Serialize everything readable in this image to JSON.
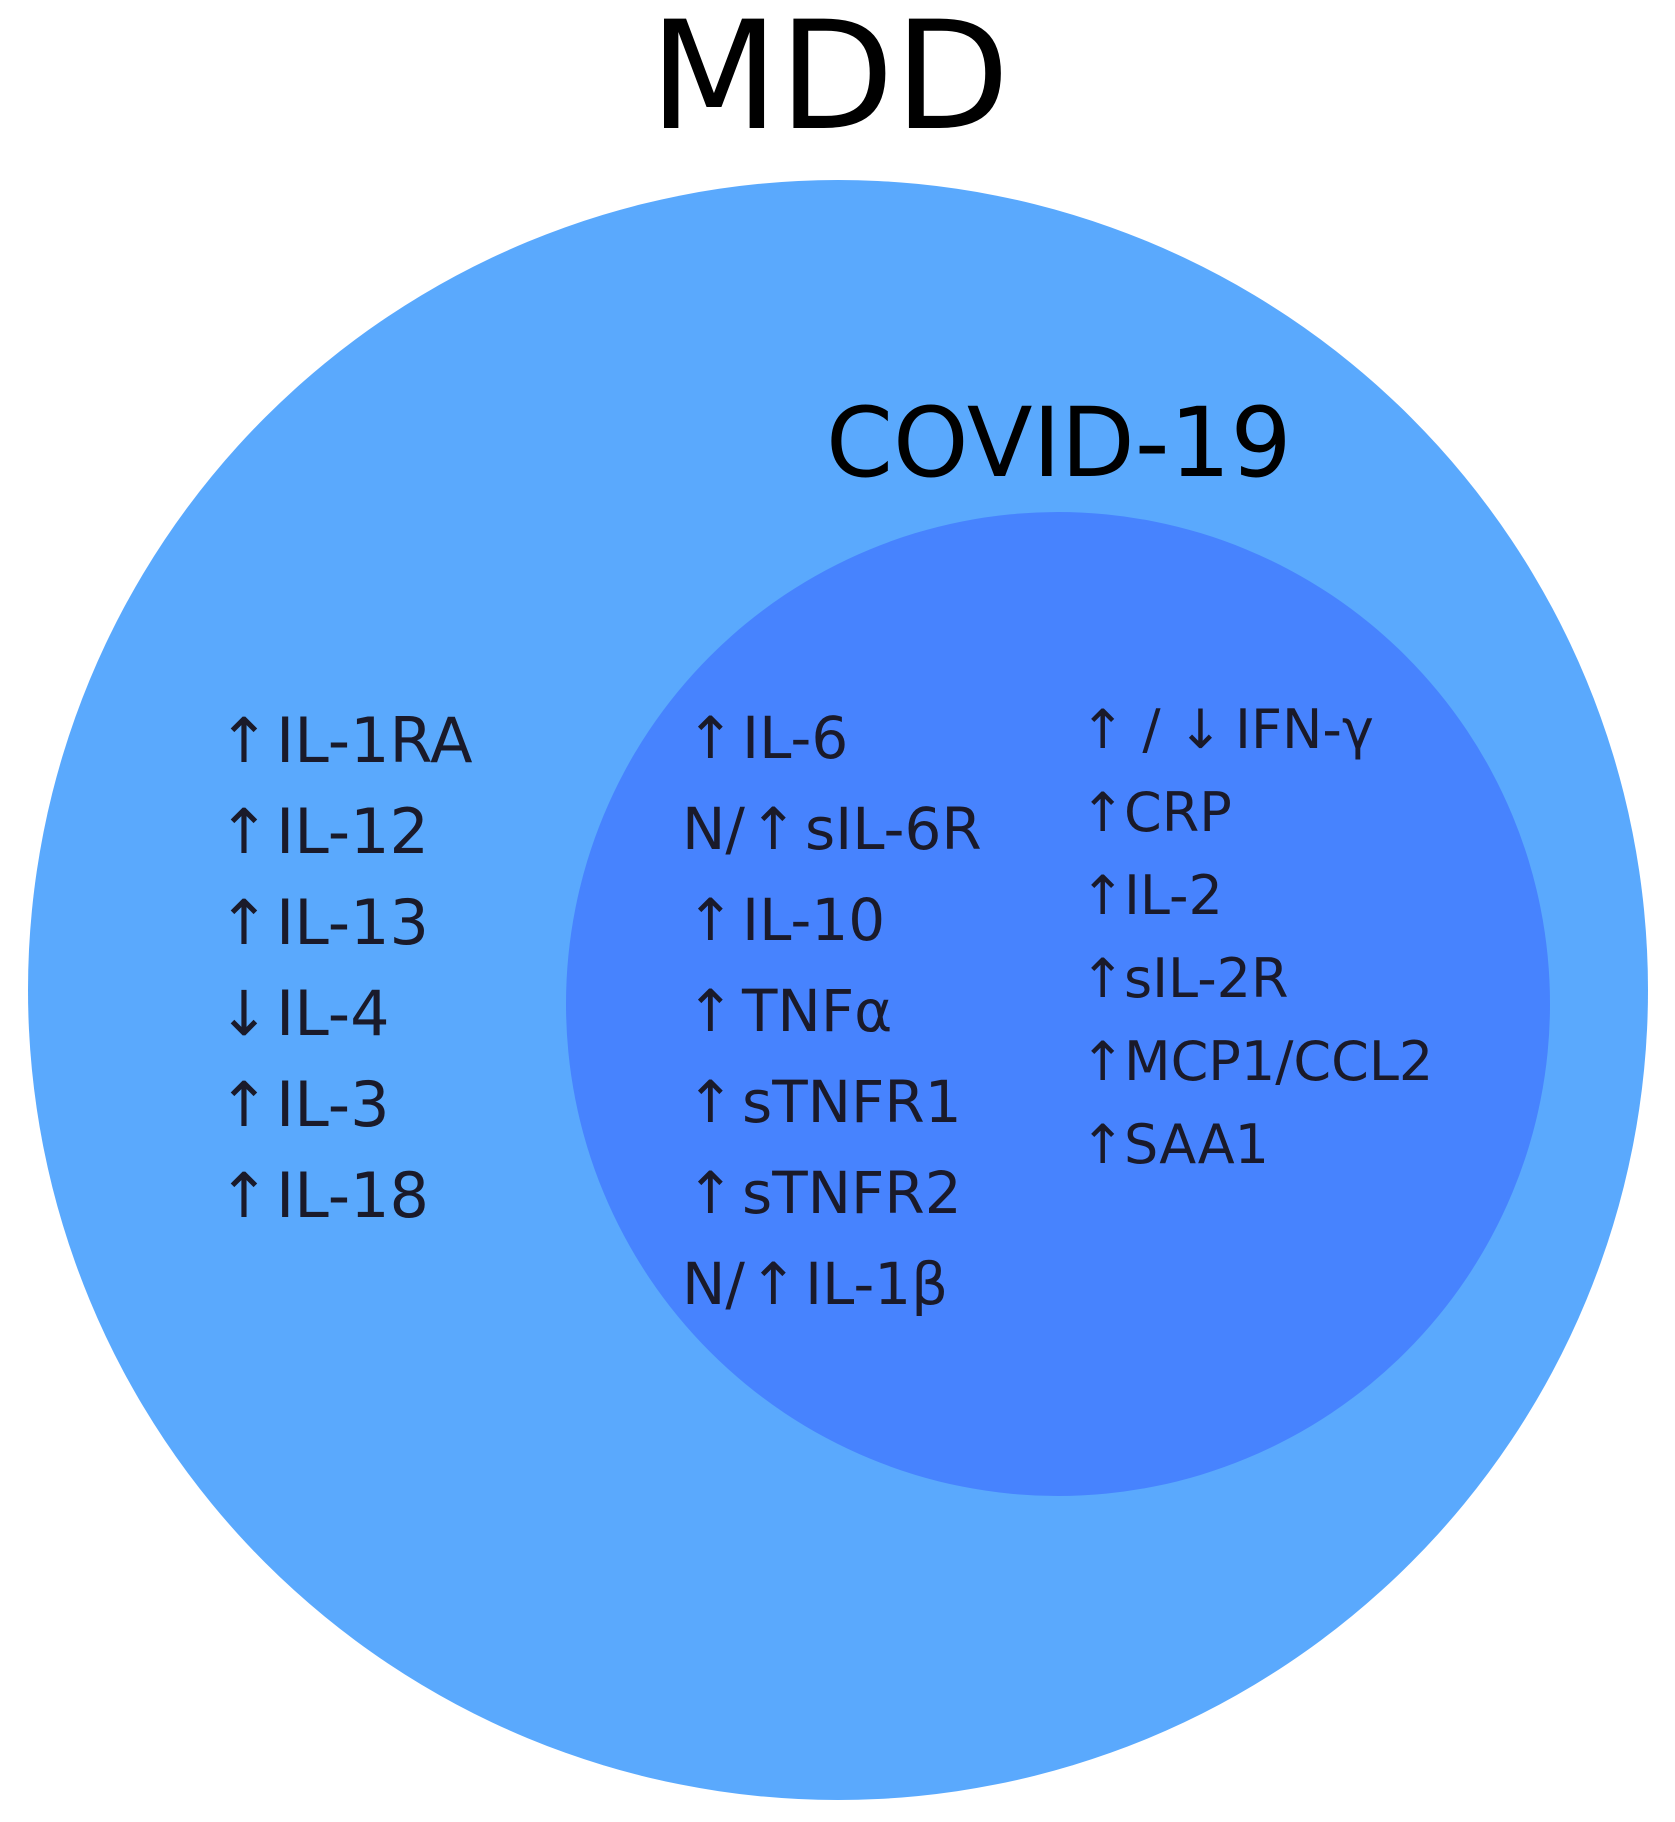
{
  "outer": {
    "title": "MDD",
    "color": "#5aa9fd"
  },
  "inner": {
    "title": "COVID-19",
    "color": "#4783fe"
  },
  "mdd_only": [
    {
      "arrow": "↑",
      "label": "IL-1RA"
    },
    {
      "arrow": "↑",
      "label": "IL-12"
    },
    {
      "arrow": "↑",
      "label": "IL-13"
    },
    {
      "arrow": "↓",
      "label": "IL-4"
    },
    {
      "arrow": "↑",
      "label": "IL-3"
    },
    {
      "arrow": "↑",
      "label": "IL-18"
    }
  ],
  "shared": [
    {
      "prefix": "",
      "arrow": "↑",
      "label": "IL-6"
    },
    {
      "prefix": "N/",
      "arrow": "↑",
      "label": "sIL-6R"
    },
    {
      "prefix": "",
      "arrow": "↑",
      "label": "IL-10"
    },
    {
      "prefix": "",
      "arrow": "↑",
      "label": "TNFα"
    },
    {
      "prefix": "",
      "arrow": "↑",
      "label": "sTNFR1"
    },
    {
      "prefix": "",
      "arrow": "↑",
      "label": "sTNFR2"
    },
    {
      "prefix": "N/",
      "arrow": "↑",
      "label": "IL-1β"
    }
  ],
  "covid_only": [
    {
      "arrow": "↑ / ↓",
      "label": "IFN-γ"
    },
    {
      "arrow": "↑",
      "label": "CRP"
    },
    {
      "arrow": "↑",
      "label": "IL-2"
    },
    {
      "arrow": "↑",
      "label": "sIL-2R"
    },
    {
      "arrow": "↑",
      "label": "MCP1/CCL2"
    },
    {
      "arrow": "↑",
      "label": "SAA1"
    }
  ]
}
